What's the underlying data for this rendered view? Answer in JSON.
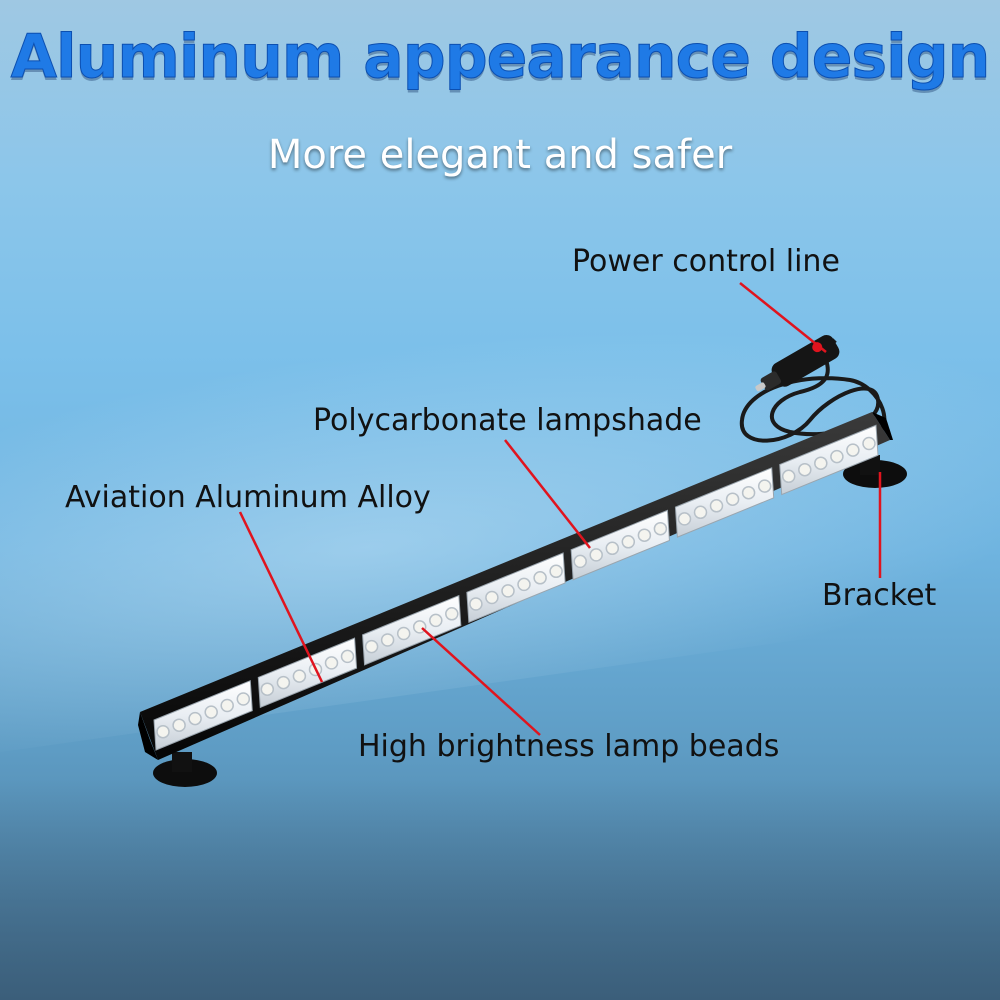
{
  "headline": "Aluminum appearance design",
  "subline": "More elegant and safer",
  "callouts": {
    "power": "Power control line",
    "lampshade": "Polycarbonate lampshade",
    "alloy": "Aviation Aluminum Alloy",
    "bracket": "Bracket",
    "beads": "High brightness lamp beads"
  },
  "colors": {
    "headline": "#1f7ae6",
    "leader_line": "#e0141e",
    "background": "#7cc0ea",
    "housing": "#111111"
  },
  "product_icons": [
    "light-bar-image",
    "power-cable-icon",
    "lighter-plug-icon",
    "bracket-foot-icon"
  ]
}
